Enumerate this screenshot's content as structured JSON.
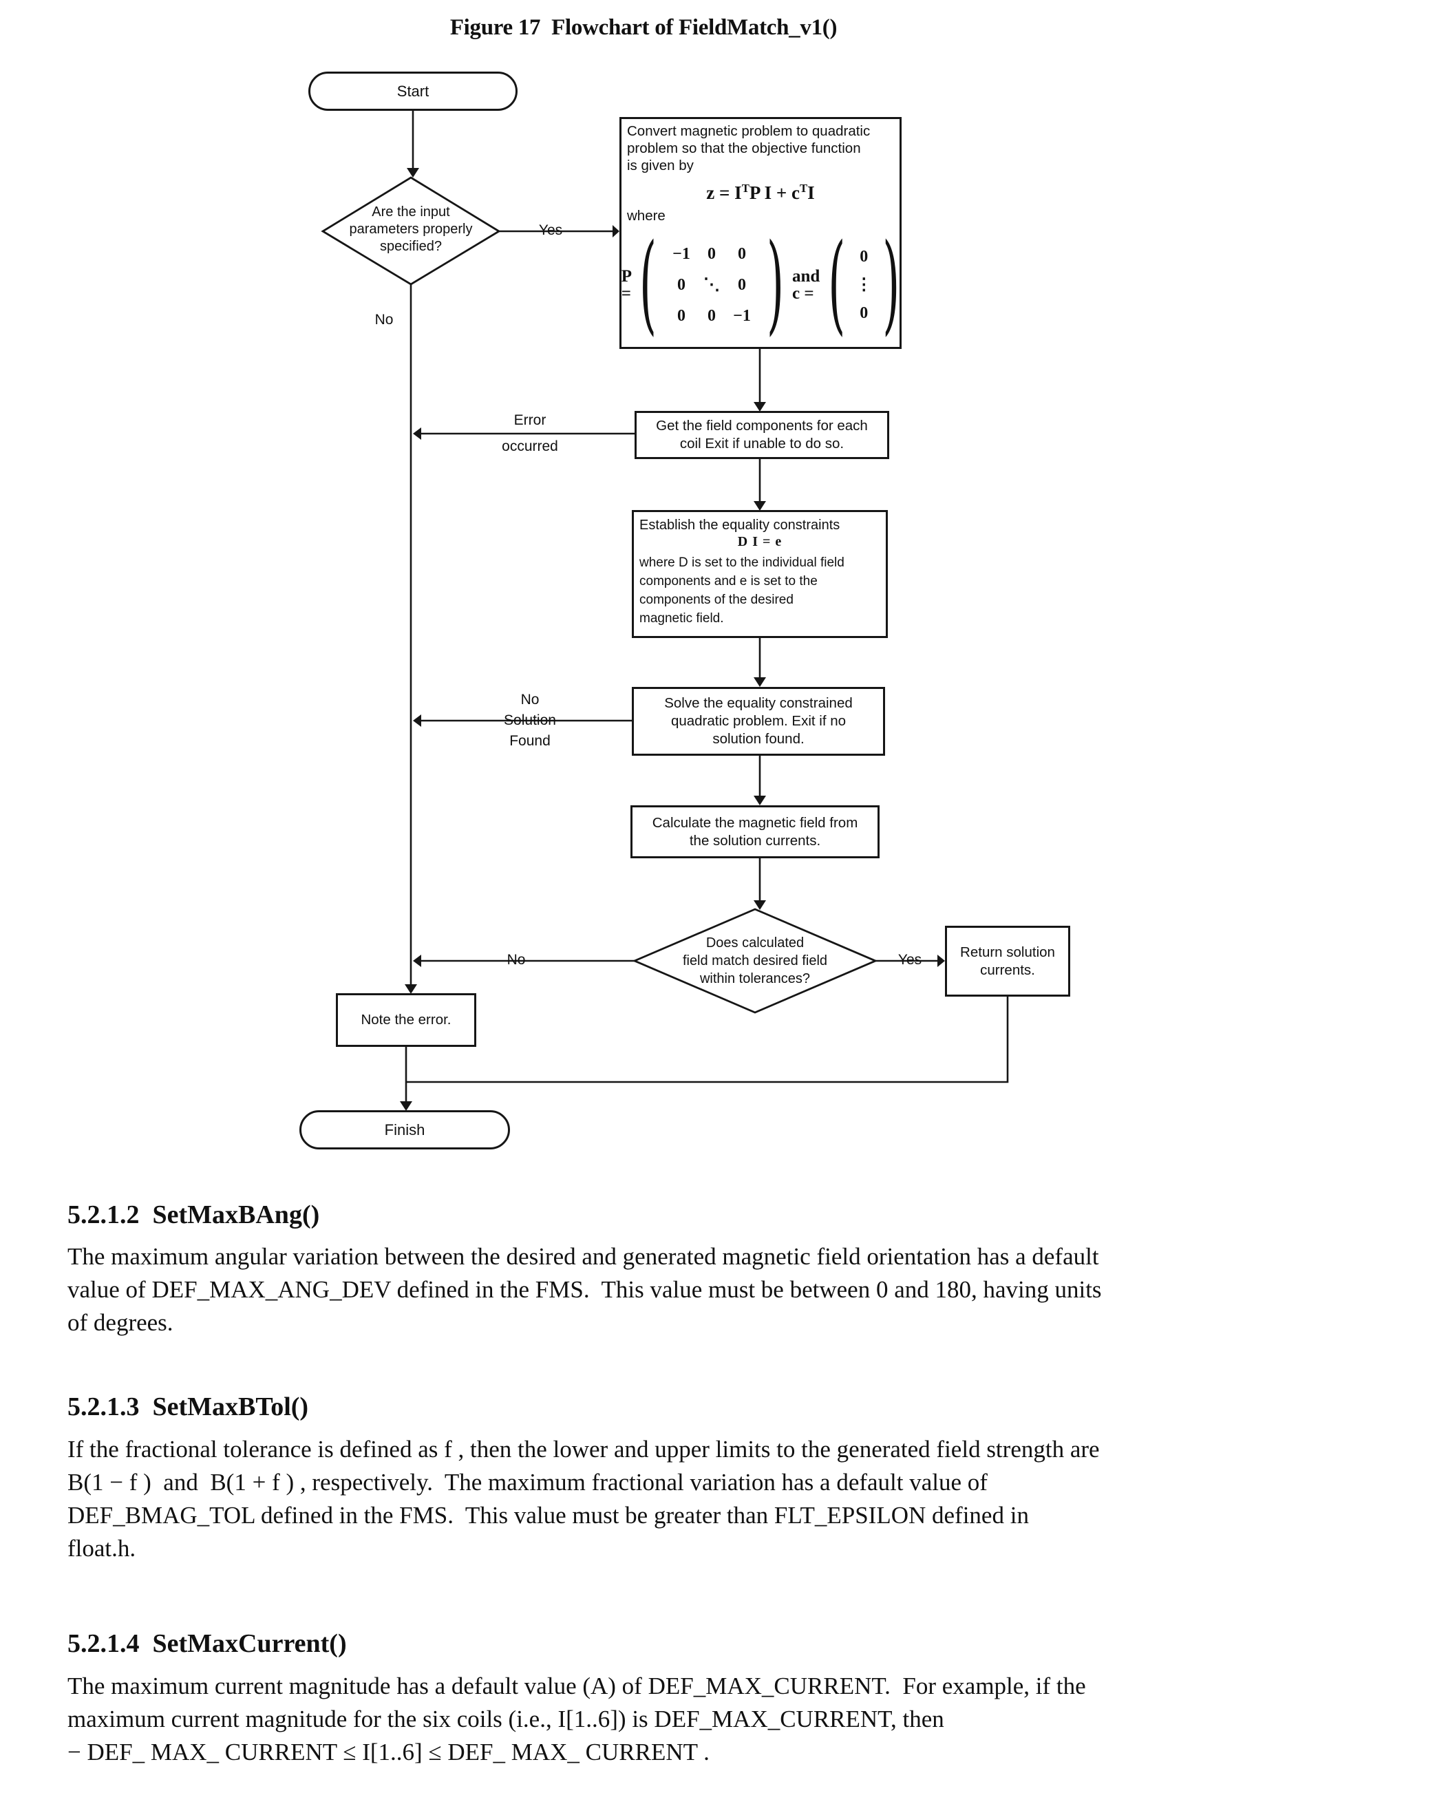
{
  "page": {
    "title": "Figure 17  Flowchart of FieldMatch_v1()"
  },
  "flowchart": {
    "start_label": "Start",
    "decision1": "Are the input\nparameters properly\nspecified?",
    "yes1": "Yes",
    "no1": "No",
    "convert_box": {
      "intro": "Convert magnetic problem to quadratic\nproblem so that the objective function\nis given by",
      "formula": {
        "p1": "z = I",
        "s1": "T",
        "p2": "P I + c",
        "s2": "T",
        "p3": "I"
      },
      "where": "where",
      "p_label": "P =",
      "paren_open": "(",
      "paren_close": ")",
      "matrix": [
        [
          "−1",
          "0",
          "0"
        ],
        [
          "0",
          "⋱",
          "0"
        ],
        [
          "0",
          "0",
          "−1"
        ]
      ],
      "and_c_label": "and  c =",
      "c_vector": [
        "0",
        "⋮",
        "0"
      ]
    },
    "error_label": "Error\noccurred",
    "get_box": "Get the field components for each\ncoil   Exit if unable to do so.",
    "establish_box": {
      "line1": "Establish the equality constraints",
      "formula": "D I = e",
      "rest": "where D is set to the individual field\ncomponents and e is set to the\ncomponents of the desired\nmagnetic field."
    },
    "no_solution_label": "No\nSolution\nFound",
    "solve_box": "Solve the equality constrained\nquadratic problem.  Exit if no\nsolution found.",
    "calc_box": "Calculate the magnetic field from\nthe solution currents.",
    "decision2": "Does calculated\nfield match desired field\nwithin tolerances?",
    "no2": "No",
    "yes2": "Yes",
    "return_box": "Return solution\ncurrents.",
    "note_box": "Note the error.",
    "finish_label": "Finish"
  },
  "sections": [
    {
      "heading": "5.2.1.2  SetMaxBAng()",
      "body": "The maximum angular variation between the desired and generated magnetic field orientation has a default\nvalue of DEF_MAX_ANG_DEV defined in the FMS.  This value must be between 0 and 180, having units\nof degrees."
    },
    {
      "heading": "5.2.1.3  SetMaxBTol()",
      "body": "If the fractional tolerance is defined as f , then the lower and upper limits to the generated field strength are\nB(1 − f )  and  B(1 + f ) , respectively.  The maximum fractional variation has a default value of\nDEF_BMAG_TOL defined in the FMS.  This value must be greater than FLT_EPSILON defined in\nfloat.h."
    },
    {
      "heading": "5.2.1.4  SetMaxCurrent()",
      "body": "The maximum current magnitude has a default value (A) of DEF_MAX_CURRENT.  For example, if the\nmaximum current magnitude for the six coils (i.e., I[1..6]) is DEF_MAX_CURRENT, then\n− DEF_ MAX_ CURRENT ≤ I[1..6] ≤ DEF_ MAX_ CURRENT ."
    }
  ]
}
